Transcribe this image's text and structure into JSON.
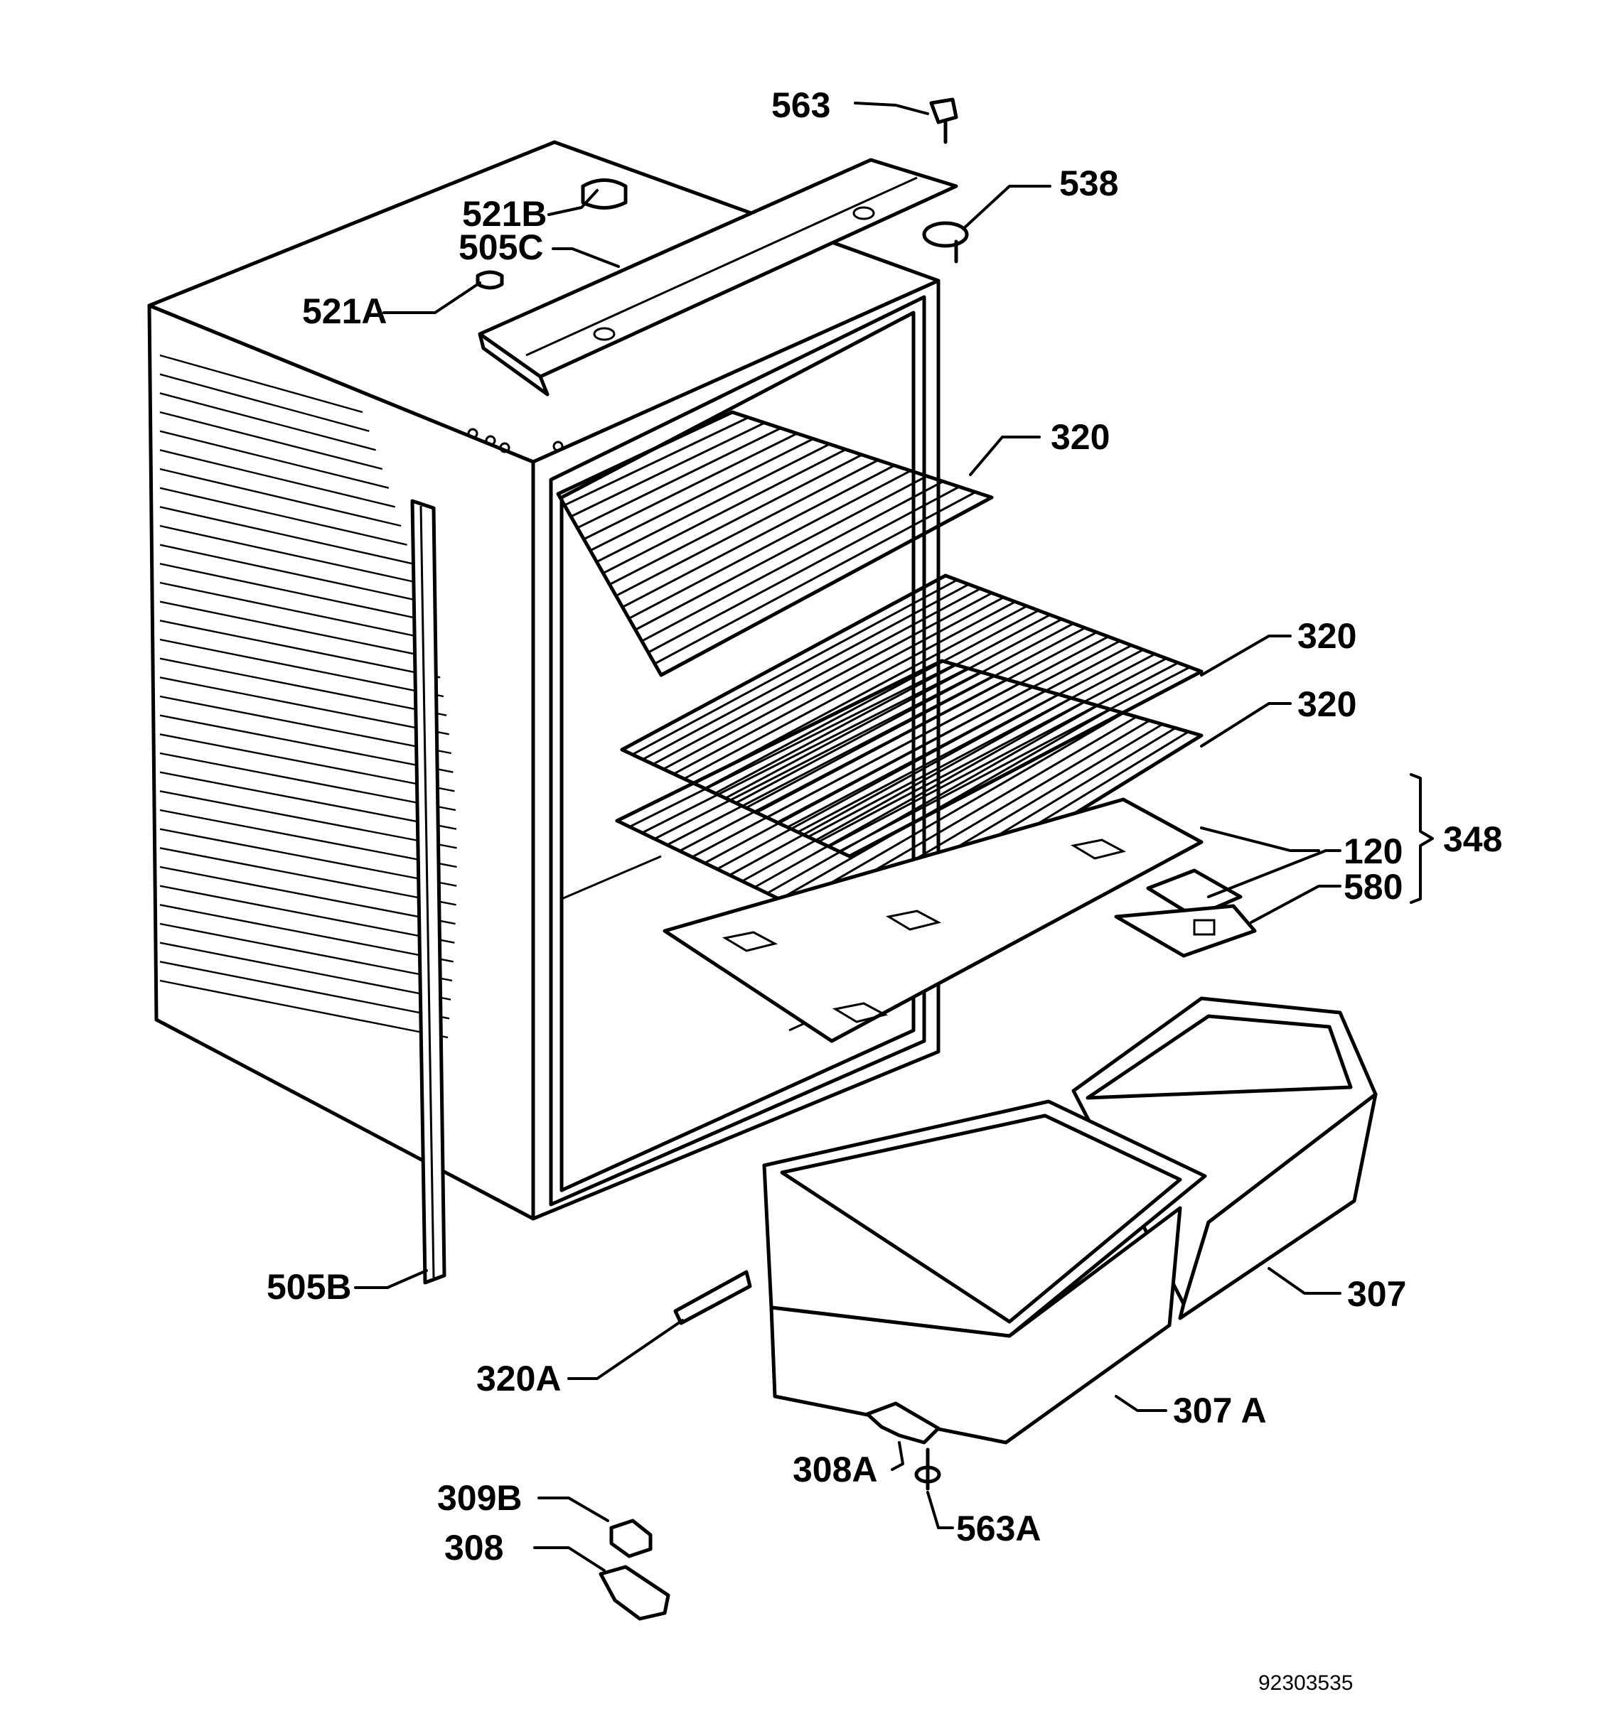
{
  "document_code": "92303535",
  "labels": [
    {
      "id": "563",
      "text": "563"
    },
    {
      "id": "538",
      "text": "538"
    },
    {
      "id": "521B",
      "text": "521B"
    },
    {
      "id": "505C",
      "text": "505C"
    },
    {
      "id": "521A",
      "text": "521A"
    },
    {
      "id": "320_top",
      "text": "320"
    },
    {
      "id": "320_mid",
      "text": "320"
    },
    {
      "id": "320_low",
      "text": "320"
    },
    {
      "id": "348",
      "text": "348"
    },
    {
      "id": "120",
      "text": "120"
    },
    {
      "id": "580",
      "text": "580"
    },
    {
      "id": "505B",
      "text": "505B"
    },
    {
      "id": "307",
      "text": "307"
    },
    {
      "id": "320A",
      "text": "320A"
    },
    {
      "id": "307A",
      "text": "307 A"
    },
    {
      "id": "308A",
      "text": "308A"
    },
    {
      "id": "563A",
      "text": "563A"
    },
    {
      "id": "309B",
      "text": "309B"
    },
    {
      "id": "308",
      "text": "308"
    }
  ]
}
